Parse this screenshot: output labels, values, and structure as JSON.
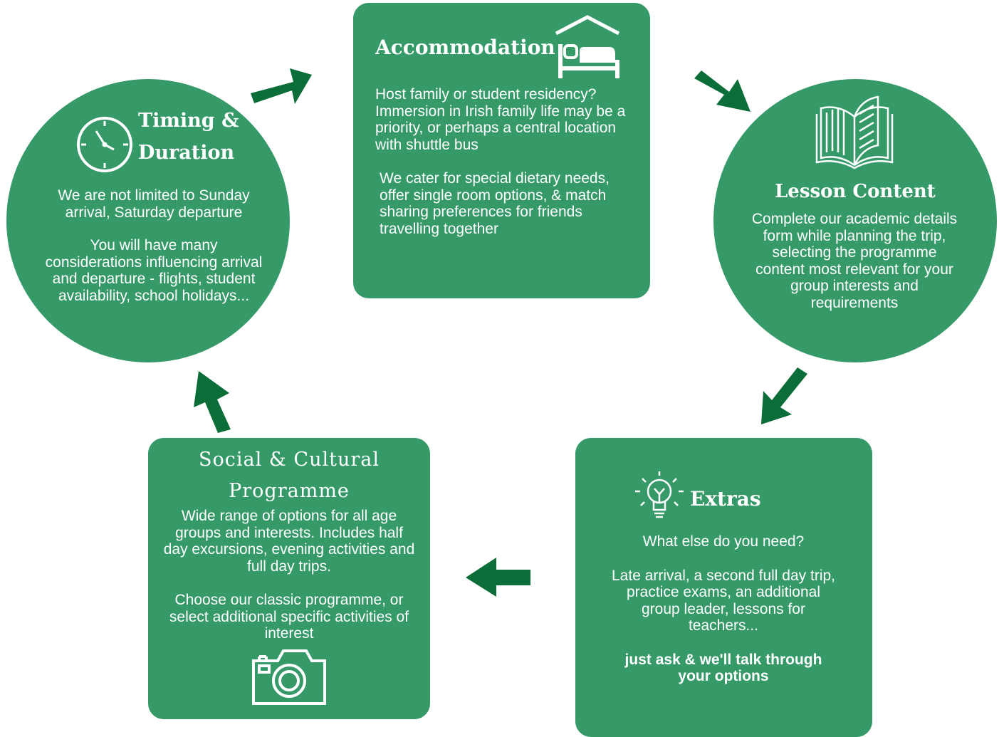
{
  "colors": {
    "shape_fill": "#369968",
    "arrow": "#0b6d38",
    "text": "#ffffff",
    "background": "#ffffff"
  },
  "timing": {
    "title_line1": "Timing &",
    "title_line2": "Duration",
    "para1": "We are not limited to Sunday arrival, Saturday departure",
    "para2": "You will have many considerations influencing arrival and departure - flights, student availability, school holidays...",
    "icon": "clock-icon"
  },
  "accommodation": {
    "title": "Accommodation",
    "para1": "Host family or student residency? Immersion in Irish family life may be a priority, or perhaps a central location with shuttle bus",
    "para2": "We cater for special dietary needs, offer single room options, & match sharing preferences for friends travelling together",
    "icon": "bed-house-icon"
  },
  "lesson": {
    "title": "Lesson Content",
    "para1": "Complete our academic details form while planning the trip, selecting the programme content most relevant for your group interests and requirements",
    "icon": "open-book-icon"
  },
  "extras": {
    "title": "Extras",
    "para1": "What else do you need?",
    "para2": "Late arrival, a second full day trip, practice exams, an additional group leader, lessons for teachers...",
    "para3": "just ask & we'll talk through your options",
    "icon": "lightbulb-icon"
  },
  "social": {
    "title_line1": "Social & Cultural",
    "title_line2": "Programme",
    "para1": "Wide range of options for all age groups and interests. Includes half day excursions, evening activities and full day trips.",
    "para2": "Choose our classic programme, or select additional specific activities of interest",
    "icon": "camera-icon"
  }
}
